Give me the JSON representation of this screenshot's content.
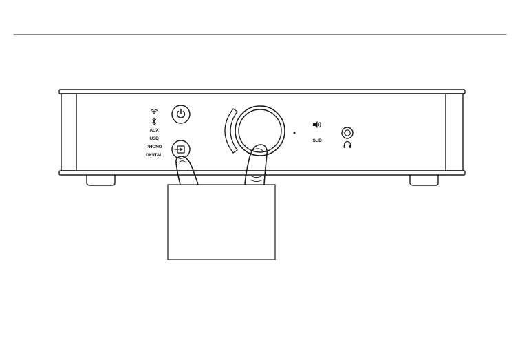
{
  "source_labels": {
    "wifi": "wifi-icon",
    "bluetooth": "bluetooth-icon",
    "aux": "AUX",
    "usb": "USB",
    "phono": "PHONO",
    "digital": "DIGITAL"
  },
  "output_labels": {
    "speaker": "speaker-icon",
    "sub": "SUB",
    "headphones": "headphones-icon"
  },
  "buttons": {
    "power": "power-icon",
    "input": "input-select-icon"
  },
  "colors": {
    "line": "#1a1a1a",
    "background": "#ffffff"
  }
}
